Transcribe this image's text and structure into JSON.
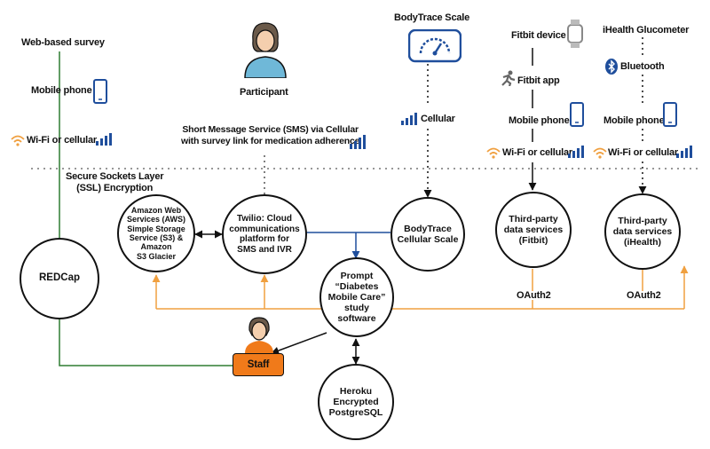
{
  "colors": {
    "green": "#2e7d32",
    "blue": "#1f4e9c",
    "orange": "#f0a040",
    "black": "#111111",
    "staff": "#f07a1a",
    "participant": "#6fb8d8"
  },
  "sources": {
    "web_survey": "Web-based survey",
    "mobile_phone": "Mobile phone",
    "wifi_cellular": "Wi-Fi or cellular",
    "participant": "Participant",
    "sms": "Short Message Service (SMS) via Cellular\nwith survey link for medication adherence",
    "bodytrace_scale": "BodyTrace Scale",
    "cellular": "Cellular",
    "fitbit_device": "Fitbit device",
    "fitbit_app": "Fitbit app",
    "ihealth_glucometer": "iHealth Glucometer",
    "bluetooth": "Bluetooth"
  },
  "ssl": "Secure Sockets Layer\n(SSL) Encryption",
  "nodes": {
    "aws": "Amazon Web\nServices (AWS)\nSimple Storage\nService (S3) &\nAmazon\nS3 Glacier",
    "twilio": "Twilio: Cloud\ncommunications\nplatform for\nSMS and IVR",
    "bodytrace": "BodyTrace\nCellular Scale",
    "fitbit": "Third-party\ndata services\n(Fitbit)",
    "ihealth": "Third-party\ndata services\n(iHealth)",
    "redcap": "REDCap",
    "prompt": "Prompt\n“Diabetes\nMobile Care”\nstudy\nsoftware",
    "heroku": "Heroku\nEncrypted\nPostgreSQL"
  },
  "oauth": "OAuth2",
  "staff": "Staff",
  "icons": [
    "phone-icon",
    "wifi-icon",
    "signal-bars-icon",
    "person-icon",
    "scale-gauge-icon",
    "smartwatch-icon",
    "runner-icon",
    "bluetooth-icon"
  ]
}
